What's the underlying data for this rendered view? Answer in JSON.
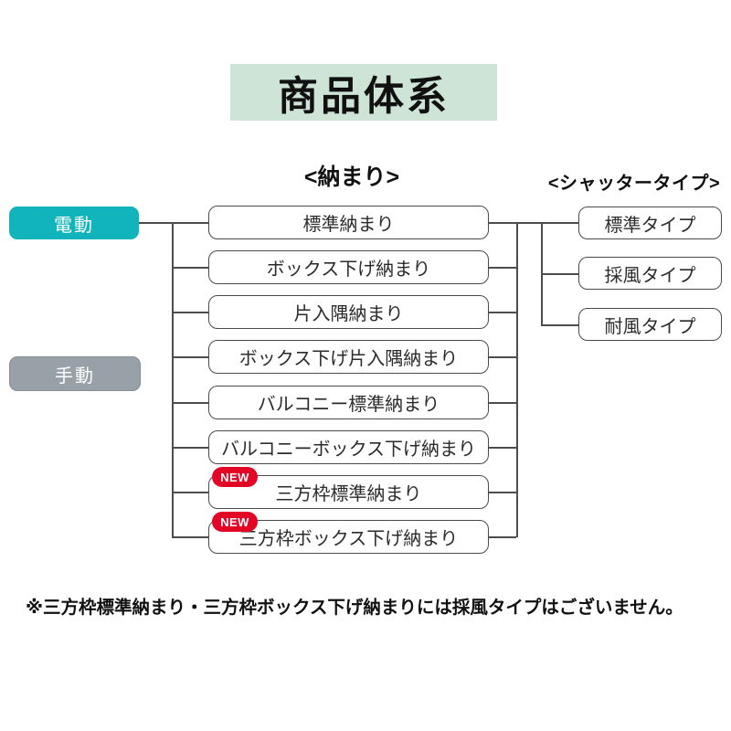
{
  "title": "商品体系",
  "headers": {
    "osamari": "<納まり>",
    "shutter": "<シャッタータイプ>"
  },
  "drive_buttons": [
    {
      "label": "電動",
      "color": "#10b4ba"
    },
    {
      "label": "手動",
      "color": "#98a1a8"
    }
  ],
  "osamari_items": [
    {
      "label": "標準納まり",
      "new": false
    },
    {
      "label": "ボックス下げ納まり",
      "new": false
    },
    {
      "label": "片入隅納まり",
      "new": false
    },
    {
      "label": "ボックス下げ片入隅納まり",
      "new": false
    },
    {
      "label": "バルコニー標準納まり",
      "new": false
    },
    {
      "label": "バルコニーボックス下げ納まり",
      "new": false
    },
    {
      "label": "三方枠標準納まり",
      "new": true
    },
    {
      "label": "三方枠ボックス下げ納まり",
      "new": true
    }
  ],
  "new_badge_label": "NEW",
  "shutter_types": [
    {
      "label": "標準タイプ"
    },
    {
      "label": "採風タイプ"
    },
    {
      "label": "耐風タイプ"
    }
  ],
  "footnote": "※三方枠標準納まり・三方枠ボックス下げ納まりには採風タイプはございません。",
  "colors": {
    "title_bg": "#cde4d7",
    "electric_teal": "#10b4ba",
    "manual_gray": "#98a1a8",
    "new_badge_red": "#e30526",
    "line_gray": "#4d4d4d"
  }
}
